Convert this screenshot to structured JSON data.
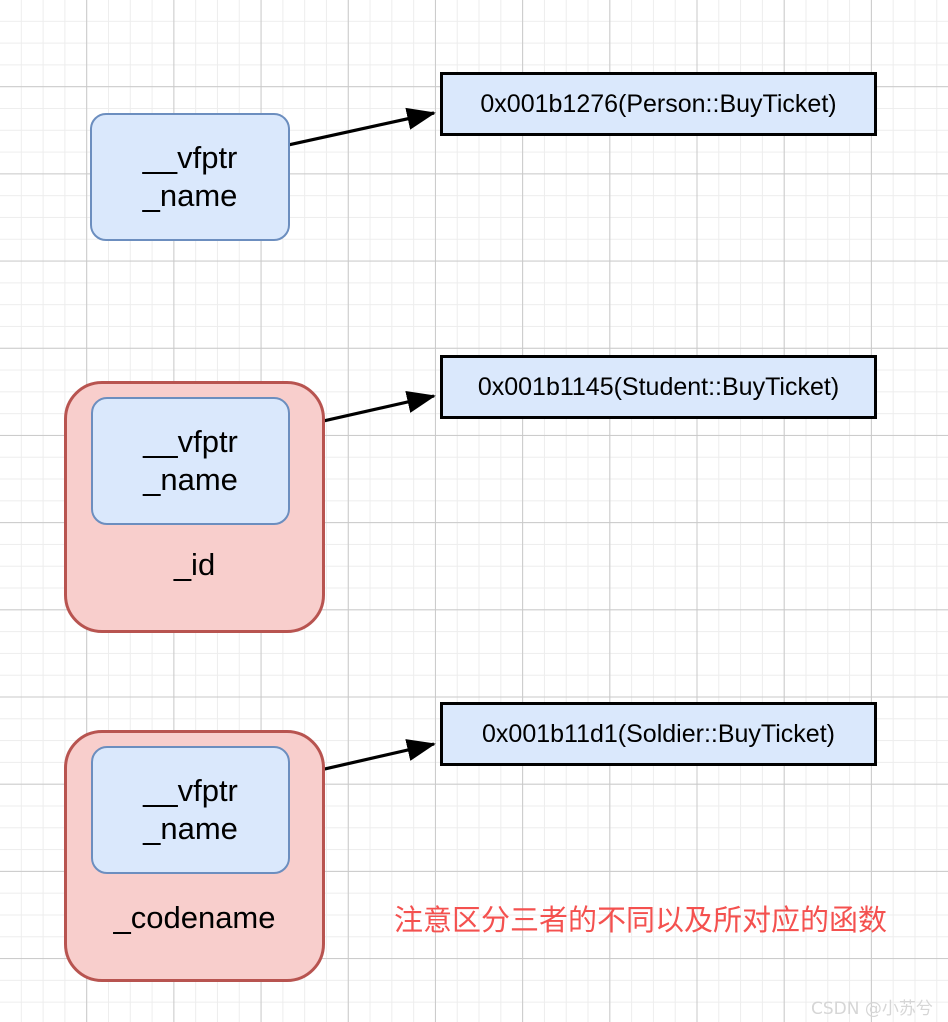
{
  "diagram": {
    "title": "C++ virtual function table (vfptr) object layout",
    "colors": {
      "inner_fill": "#dae8fc",
      "inner_stroke": "#6c8ebf",
      "outer_fill": "#f8cecc",
      "outer_stroke": "#b85450",
      "fn_fill": "#dae8fc",
      "fn_stroke": "#000000",
      "note_red": "#f4514f",
      "watermark": "#d6d6d6",
      "grid_minor": "#ededed",
      "grid_major": "#c9c9c9"
    },
    "objects": [
      {
        "id": "person",
        "has_outer": false,
        "inner_members": [
          "__vfptr",
          "_name"
        ],
        "outer_members": []
      },
      {
        "id": "student",
        "has_outer": true,
        "inner_members": [
          "__vfptr",
          "_name"
        ],
        "outer_members": [
          "_id"
        ]
      },
      {
        "id": "soldier",
        "has_outer": true,
        "inner_members": [
          "__vfptr",
          "_name"
        ],
        "outer_members": [
          "_codename"
        ]
      }
    ],
    "function_boxes": [
      {
        "id": "person-fn",
        "label": "0x001b1276(Person::BuyTicket)"
      },
      {
        "id": "student-fn",
        "label": "0x001b1145(Student::BuyTicket)"
      },
      {
        "id": "soldier-fn",
        "label": "0x001b11d1(Soldier::BuyTicket)"
      }
    ],
    "note": "注意区分三者的不同以及所对应的函数",
    "watermark": "CSDN @小苏兮"
  }
}
